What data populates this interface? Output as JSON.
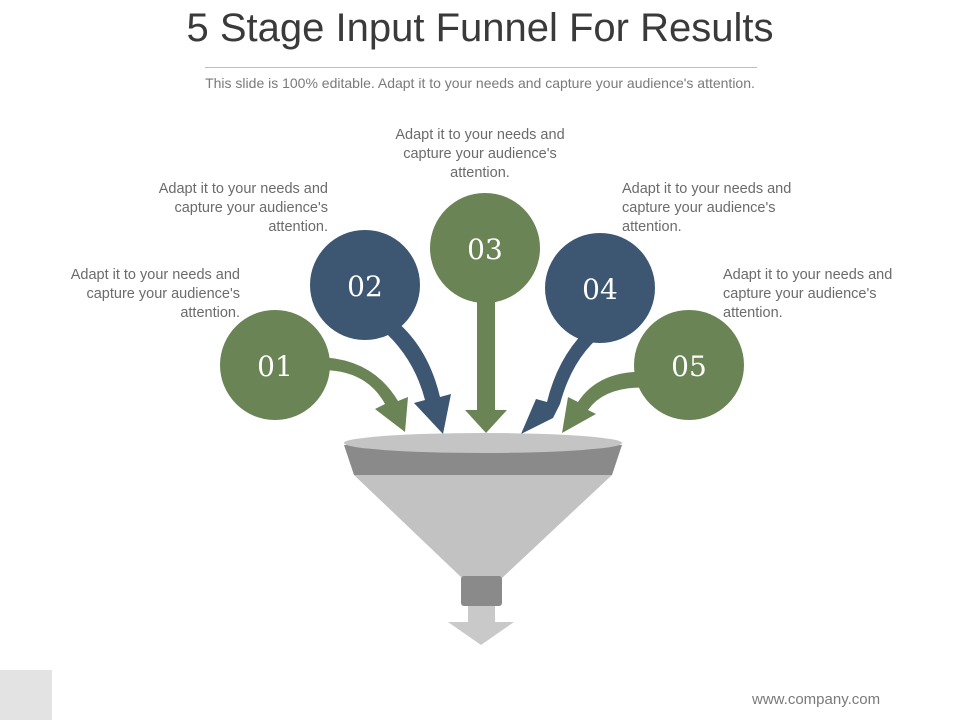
{
  "slide": {
    "title": "5 Stage Input Funnel For Results",
    "subtitle": "This slide is 100% editable. Adapt it to your needs and capture your audience's attention.",
    "footer_url": "www.company.com"
  },
  "colors": {
    "green": "#6a8456",
    "blue": "#3d5772",
    "funnel_light": "#c9c9c9",
    "funnel_dark": "#8a8a8a",
    "text_gray": "#6b6b6b"
  },
  "stages": [
    {
      "number": "01",
      "color": "green",
      "text_lines": [
        "Adapt it to your needs and",
        "capture your audience's",
        "attention."
      ]
    },
    {
      "number": "02",
      "color": "blue",
      "text_lines": [
        "Adapt it to your needs and",
        "capture your audience's",
        "attention."
      ]
    },
    {
      "number": "03",
      "color": "green",
      "text_lines": [
        "Adapt it to your needs and",
        "capture your audience's",
        "attention."
      ]
    },
    {
      "number": "04",
      "color": "blue",
      "text_lines": [
        "Adapt it to your needs and",
        "capture your audience's",
        "attention."
      ]
    },
    {
      "number": "05",
      "color": "green",
      "text_lines": [
        "Adapt it to your needs and",
        "capture your audience's",
        "attention."
      ]
    }
  ]
}
